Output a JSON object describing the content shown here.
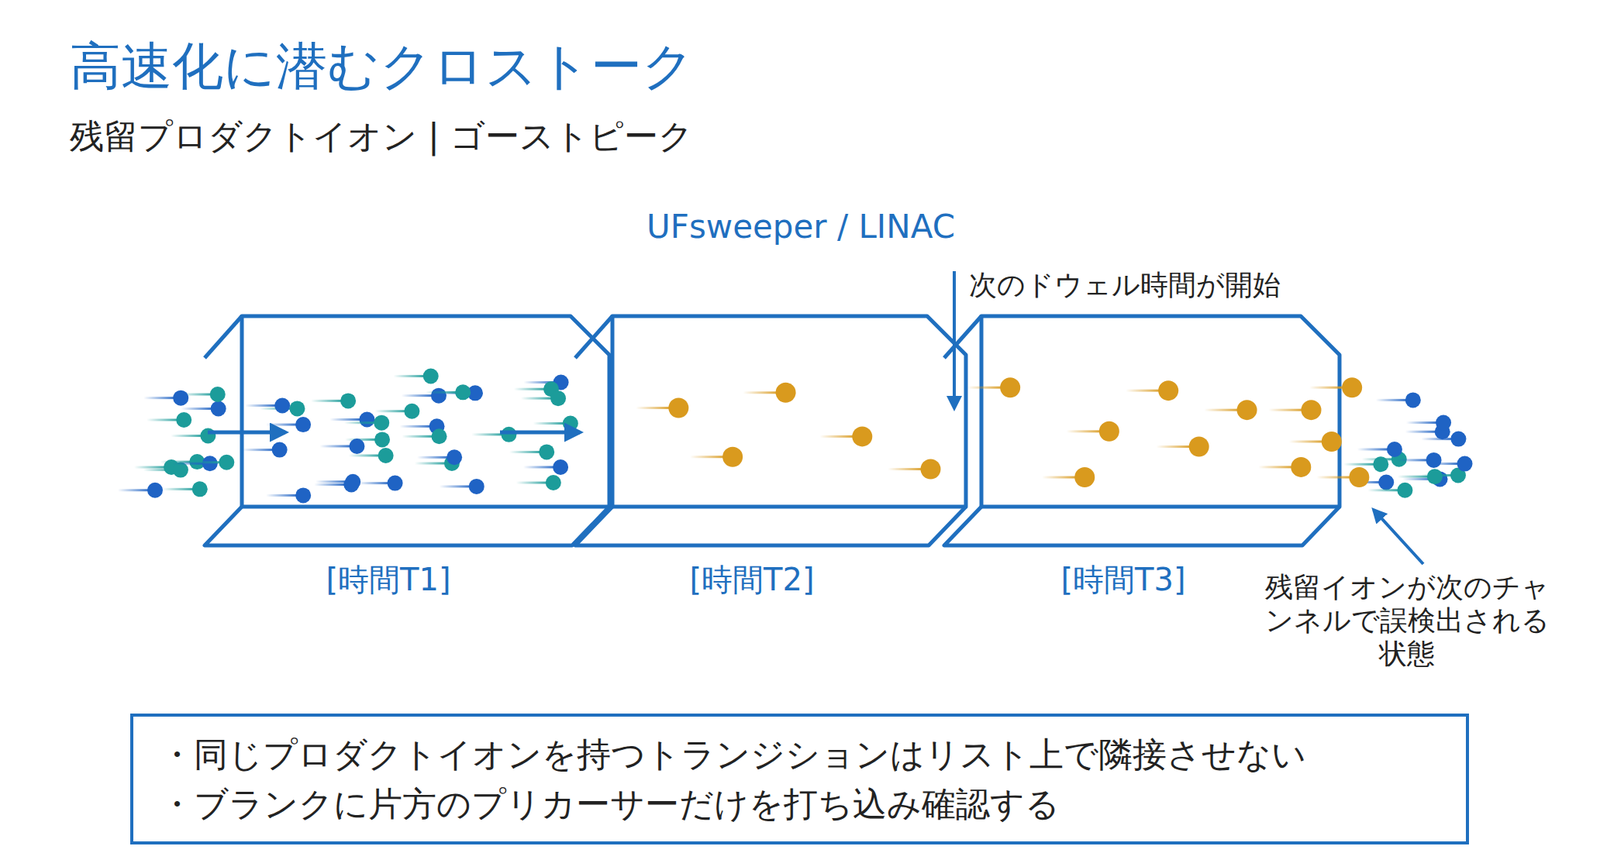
{
  "diagram": {
    "title": "高速化に潜むクロストーク",
    "nodes": [
      {
        "text": [
          "[時間T1]"
        ]
      },
      {
        "text": [
          "[時間T2]"
        ]
      },
      {
        "text": [
          "[時間T3]"
        ]
      },
      {
        "text": [
          "・同じプロダクトイオンを持つトランジションはリスト上で隣接させない",
          "・ブランクに片方のプリカーサーだけを打ち込み確認する"
        ]
      }
    ],
    "labels": [
      "残留プロダクトイオン | ゴーストピーク",
      "UFsweeper / LINAC",
      "次のドウェル時間が開始",
      "残留イオンが次のチャンネルで誤検出される状態"
    ]
  }
}
